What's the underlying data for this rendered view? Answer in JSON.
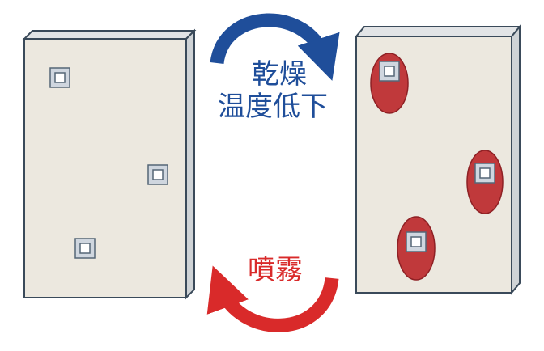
{
  "labels": {
    "drying_line1": "乾燥",
    "drying_line2": "温度低下",
    "spray": "噴霧"
  },
  "colors": {
    "panel_face": "#ece8df",
    "panel_side": "#cfd3d6",
    "panel_top": "#e2e4e6",
    "panel_edge": "#3a4a5a",
    "stain_fill": "#c0393b",
    "stain_edge": "#8e2024",
    "arrow_blue": "#1f4e9a",
    "arrow_red": "#d92a2a"
  },
  "panels": [
    {
      "name": "dry-panel",
      "stains": false
    },
    {
      "name": "wet-panel",
      "stains": true
    }
  ]
}
